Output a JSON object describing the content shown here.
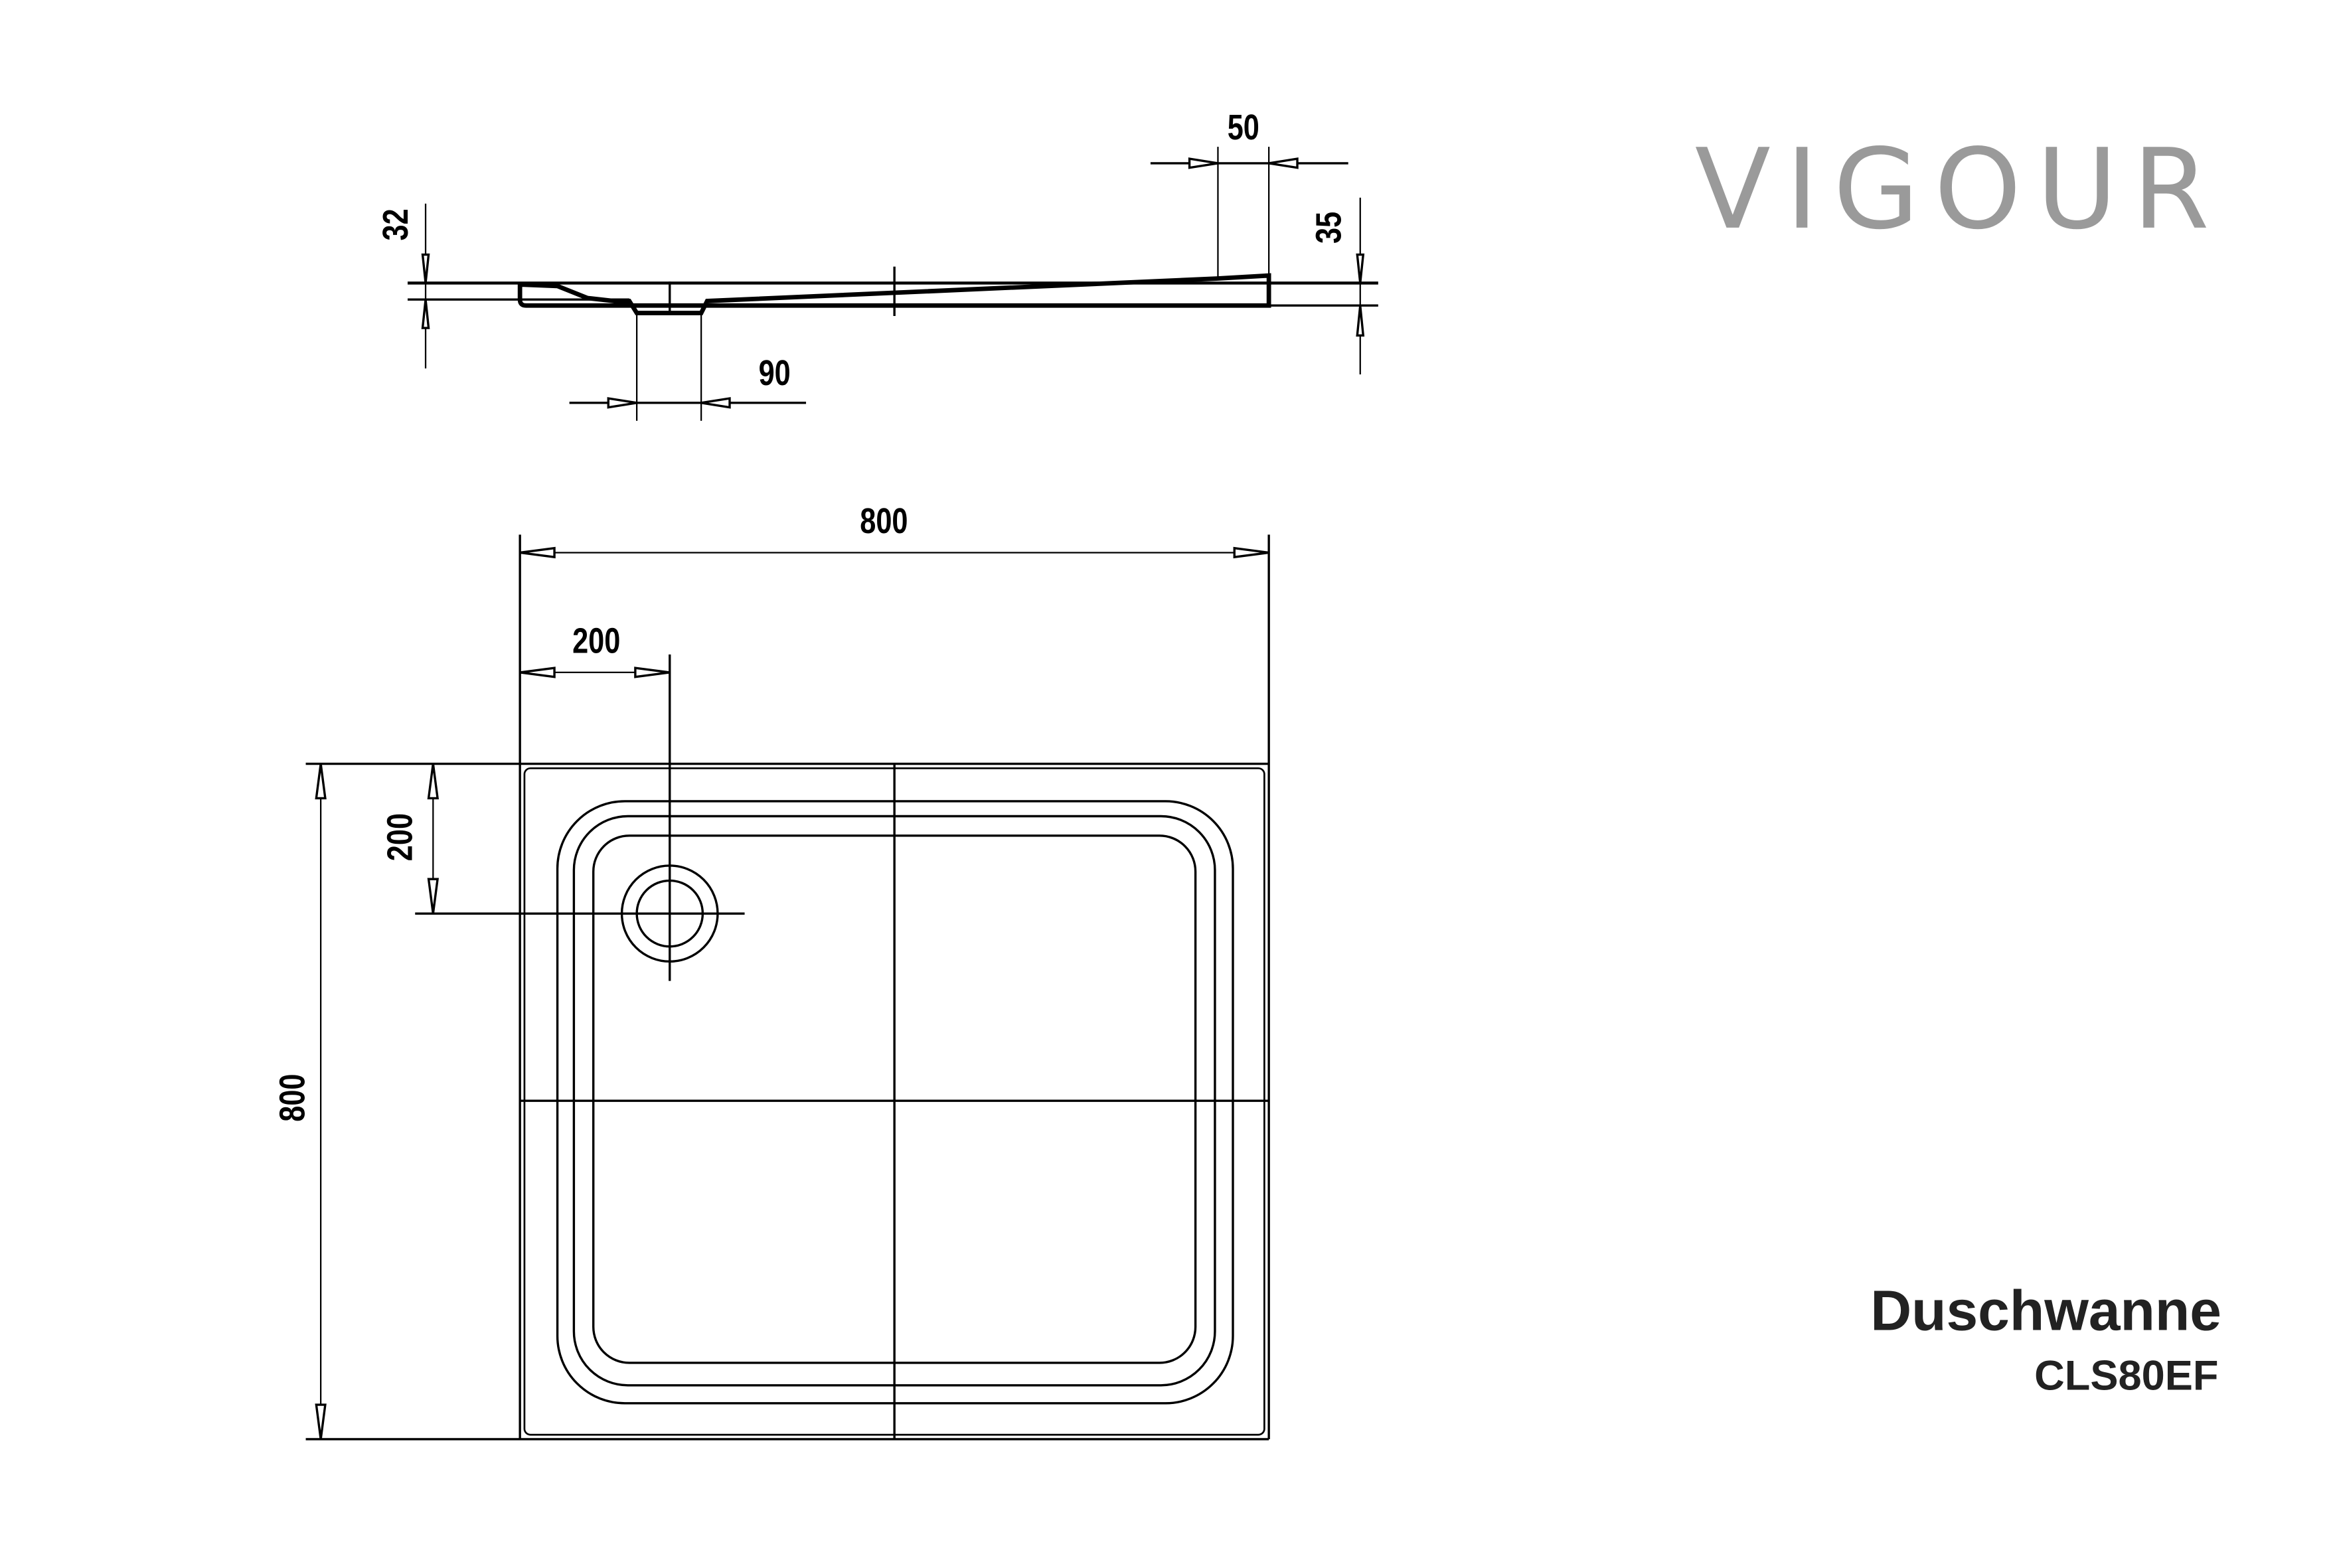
{
  "brand": {
    "logo_text": "VIGOUR",
    "color": "#9a9a9a"
  },
  "product": {
    "type": "Duschwanne",
    "model": "CLS80EF"
  },
  "side_view": {
    "dims": {
      "rim_height": "32",
      "edge_height": "35",
      "edge_width": "50",
      "drain_diameter": "90"
    }
  },
  "plan_view": {
    "dims": {
      "width": "800",
      "depth": "800",
      "drain_offset_x": "200",
      "drain_offset_y": "200"
    }
  }
}
